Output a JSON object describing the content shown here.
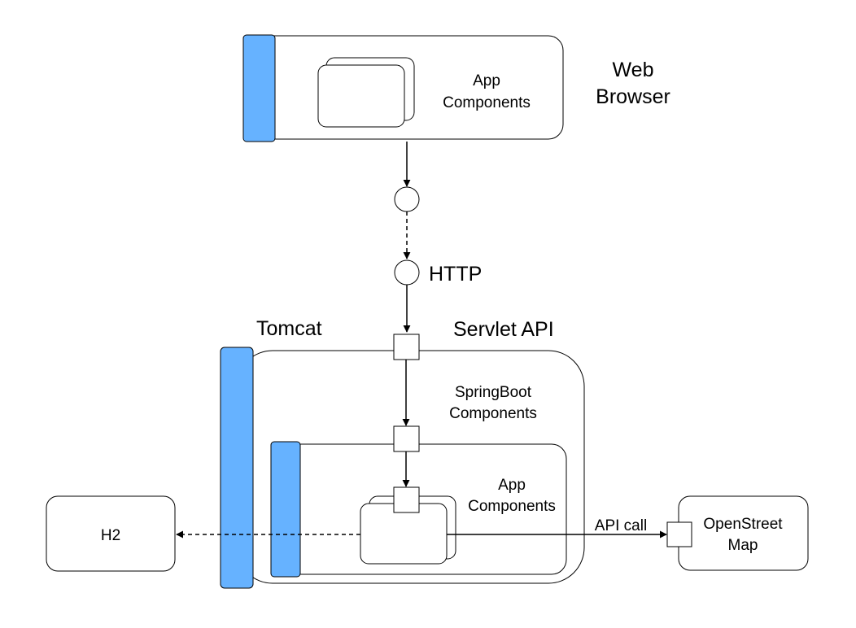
{
  "labels": {
    "browser_app_line1": "App",
    "browser_app_line2": "Components",
    "web_browser_line1": "Web",
    "web_browser_line2": "Browser",
    "http": "HTTP",
    "tomcat": "Tomcat",
    "servlet_api": "Servlet API",
    "springboot_line1": "SpringBoot",
    "springboot_line2": "Components",
    "server_app_line1": "App",
    "server_app_line2": "Components",
    "api_call": "API call",
    "h2": "H2",
    "osm_line1": "OpenStreet",
    "osm_line2": "Map"
  },
  "colors": {
    "accent_bar": "#66b2ff",
    "stroke": "#000000",
    "background": "#ffffff"
  }
}
